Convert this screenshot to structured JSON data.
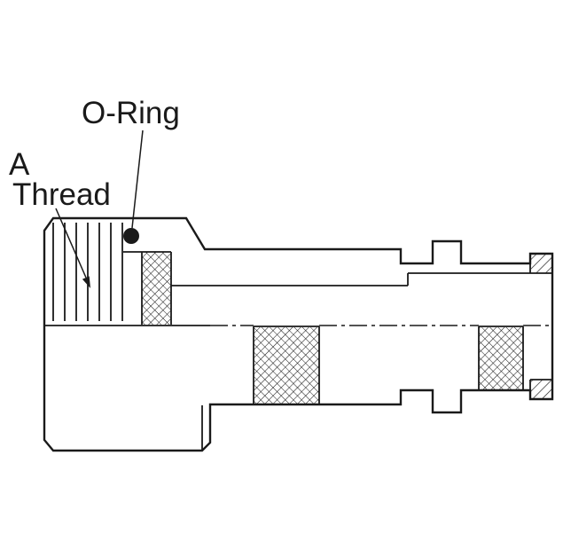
{
  "diagram": {
    "labels": {
      "o_ring": "O-Ring",
      "a": "A",
      "thread": "Thread"
    },
    "colors": {
      "line": "#1a1a1a",
      "background": "#ffffff"
    }
  }
}
